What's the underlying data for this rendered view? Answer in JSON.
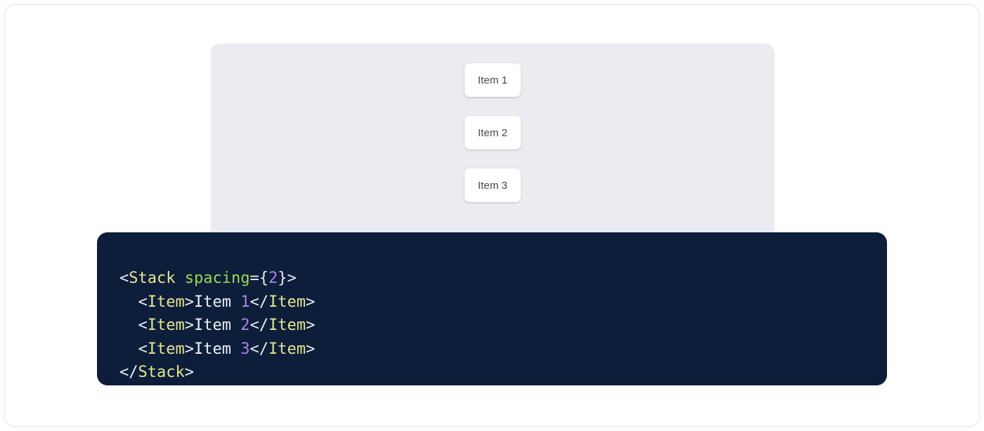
{
  "preview": {
    "panel_background": "#eaecf1",
    "stack": {
      "name": "Stack",
      "spacing": "2",
      "items": [
        {
          "label": "Item 1"
        },
        {
          "label": "Item 2"
        },
        {
          "label": "Item 3"
        }
      ]
    }
  },
  "code": {
    "language": "jsx",
    "background": "#0c1e39",
    "colors": {
      "tag": "#e8e58c",
      "attribute": "#9ad84f",
      "number": "#b27ef0",
      "punctuation": "#e9ecf4",
      "text": "#f0f2f7"
    },
    "lines": [
      {
        "indent": "",
        "tokens": [
          {
            "t": "punct",
            "v": "<"
          },
          {
            "t": "tag",
            "v": "Stack"
          },
          {
            "t": "punct",
            "v": " "
          },
          {
            "t": "attr",
            "v": "spacing"
          },
          {
            "t": "punct",
            "v": "={"
          },
          {
            "t": "num",
            "v": "2"
          },
          {
            "t": "punct",
            "v": "}>"
          }
        ]
      },
      {
        "indent": "  ",
        "tokens": [
          {
            "t": "punct",
            "v": "<"
          },
          {
            "t": "tag",
            "v": "Item"
          },
          {
            "t": "punct",
            "v": ">"
          },
          {
            "t": "text",
            "v": "Item "
          },
          {
            "t": "num",
            "v": "1"
          },
          {
            "t": "punct",
            "v": "</"
          },
          {
            "t": "tag",
            "v": "Item"
          },
          {
            "t": "punct",
            "v": ">"
          }
        ]
      },
      {
        "indent": "  ",
        "tokens": [
          {
            "t": "punct",
            "v": "<"
          },
          {
            "t": "tag",
            "v": "Item"
          },
          {
            "t": "punct",
            "v": ">"
          },
          {
            "t": "text",
            "v": "Item "
          },
          {
            "t": "num",
            "v": "2"
          },
          {
            "t": "punct",
            "v": "</"
          },
          {
            "t": "tag",
            "v": "Item"
          },
          {
            "t": "punct",
            "v": ">"
          }
        ]
      },
      {
        "indent": "  ",
        "tokens": [
          {
            "t": "punct",
            "v": "<"
          },
          {
            "t": "tag",
            "v": "Item"
          },
          {
            "t": "punct",
            "v": ">"
          },
          {
            "t": "text",
            "v": "Item "
          },
          {
            "t": "num",
            "v": "3"
          },
          {
            "t": "punct",
            "v": "</"
          },
          {
            "t": "tag",
            "v": "Item"
          },
          {
            "t": "punct",
            "v": ">"
          }
        ]
      },
      {
        "indent": "",
        "tokens": [
          {
            "t": "punct",
            "v": "</"
          },
          {
            "t": "tag",
            "v": "Stack"
          },
          {
            "t": "punct",
            "v": ">"
          }
        ]
      }
    ]
  }
}
